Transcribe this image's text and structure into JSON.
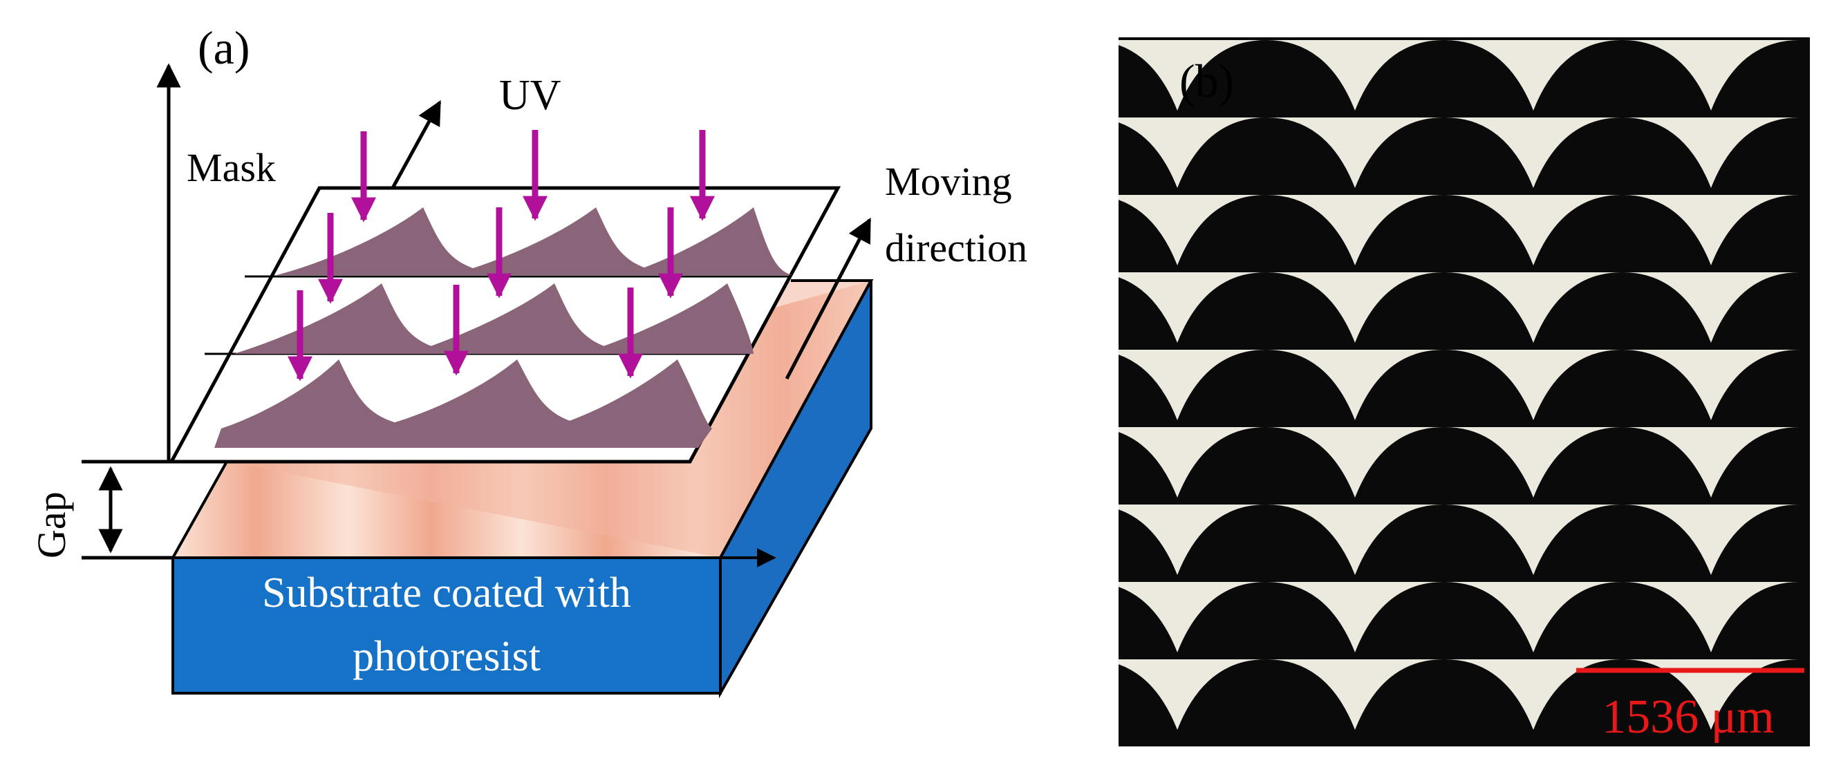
{
  "panel_a": {
    "label": "(a)",
    "uv_label": "UV",
    "mask_label": "Mask",
    "moving_direction_line1": "Moving",
    "moving_direction_line2": "direction",
    "gap_label": "Gap",
    "substrate_line1": "Substrate coated with",
    "substrate_line2": "photoresist",
    "colors": {
      "uv_arrow": "#b0109a",
      "mask_pattern": "#8a6478",
      "substrate_front": "#1672c6",
      "substrate_side": "#1a6dc0",
      "substrate_top": "#f2b49e"
    }
  },
  "panel_b": {
    "label": "(b)",
    "scale_bar_label": "1536 μm",
    "colors": {
      "background": "#0a0a0a",
      "pattern": "#ece9df",
      "scale_bar": "#e81818"
    }
  }
}
